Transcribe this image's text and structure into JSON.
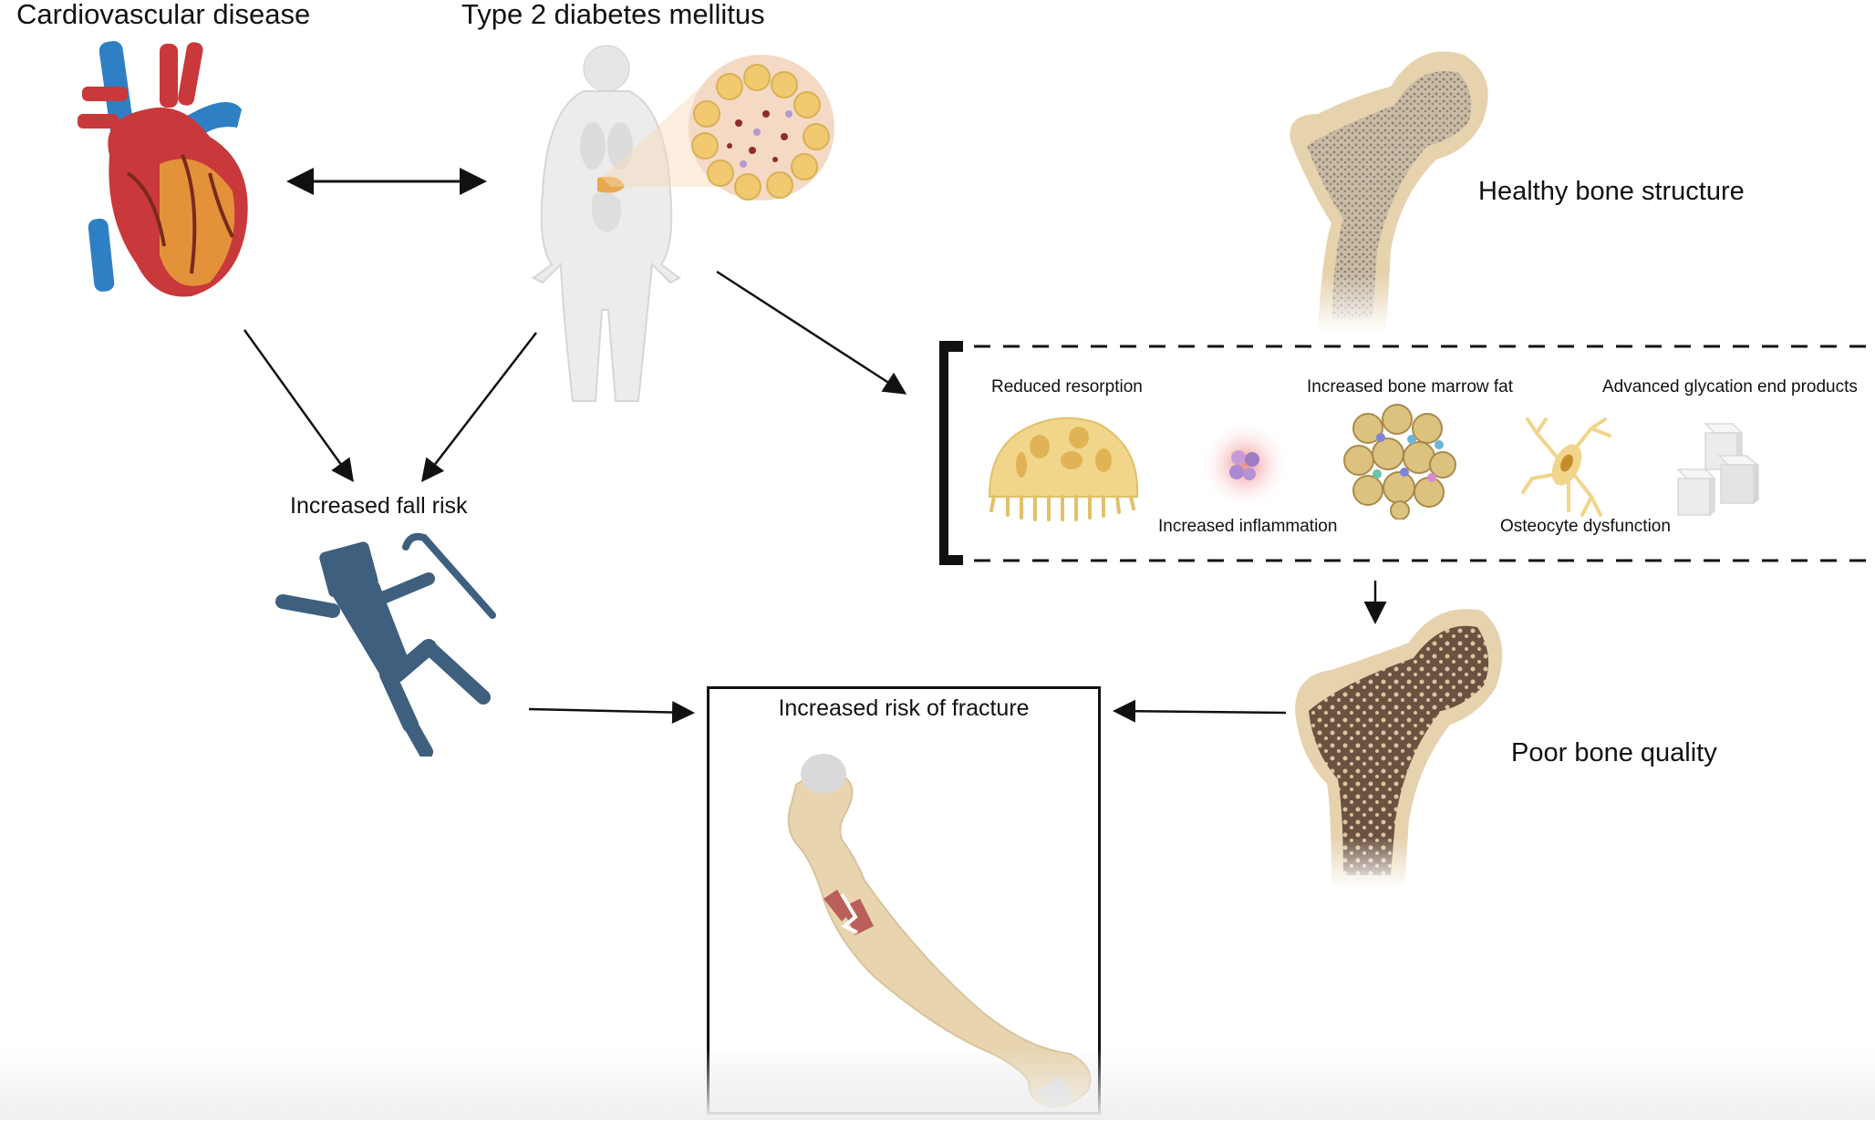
{
  "nodes": {
    "cardiovascular": "Cardiovascular disease",
    "diabetes": "Type 2 diabetes mellitus",
    "fall_risk": "Increased fall risk",
    "fracture_risk": "Increased risk of fracture",
    "healthy_bone": "Healthy bone structure",
    "poor_bone": "Poor bone quality"
  },
  "mechanisms": {
    "reduced_resorption": "Reduced resorption",
    "increased_inflammation": "Increased inflammation",
    "bone_marrow_fat": "Increased bone marrow fat",
    "osteocyte_dysfunction": "Osteocyte dysfunction",
    "ages": "Advanced glycation end products"
  },
  "colors": {
    "arrow": "#111111",
    "bone": "#e8d5b0",
    "bone_trabecular_healthy": "#b3a592",
    "bone_trabecular_poor": "#6b5140",
    "fall_figure": "#3e5f7e",
    "heart_red": "#c9383a",
    "heart_blue": "#2f7fc4",
    "cell_yellow": "#f1d58a"
  },
  "edges": [
    {
      "from": "Cardiovascular disease",
      "to": "Type 2 diabetes mellitus",
      "type": "bidirectional"
    },
    {
      "from": "Cardiovascular disease",
      "to": "Increased fall risk"
    },
    {
      "from": "Type 2 diabetes mellitus",
      "to": "Increased fall risk"
    },
    {
      "from": "Type 2 diabetes mellitus",
      "to": "Mechanisms"
    },
    {
      "from": "Mechanisms",
      "to": "Poor bone quality"
    },
    {
      "from": "Increased fall risk",
      "to": "Increased risk of fracture"
    },
    {
      "from": "Poor bone quality",
      "to": "Increased risk of fracture"
    }
  ]
}
